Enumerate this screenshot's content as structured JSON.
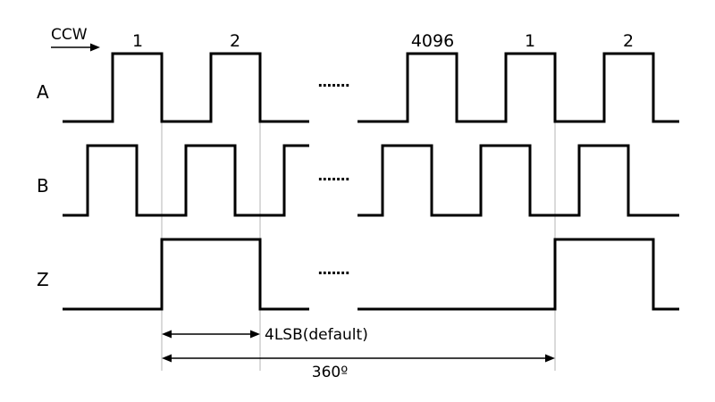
{
  "direction_label": "CCW",
  "channels": [
    {
      "id": "a",
      "label": "A"
    },
    {
      "id": "b",
      "label": "B"
    },
    {
      "id": "z",
      "label": "Z"
    }
  ],
  "pulse_labels": [
    "1",
    "2",
    "4096",
    "1",
    "2"
  ],
  "ellipsis": "·······",
  "dimension_labels": {
    "short": "4LSB(default)",
    "full": "360º"
  }
}
